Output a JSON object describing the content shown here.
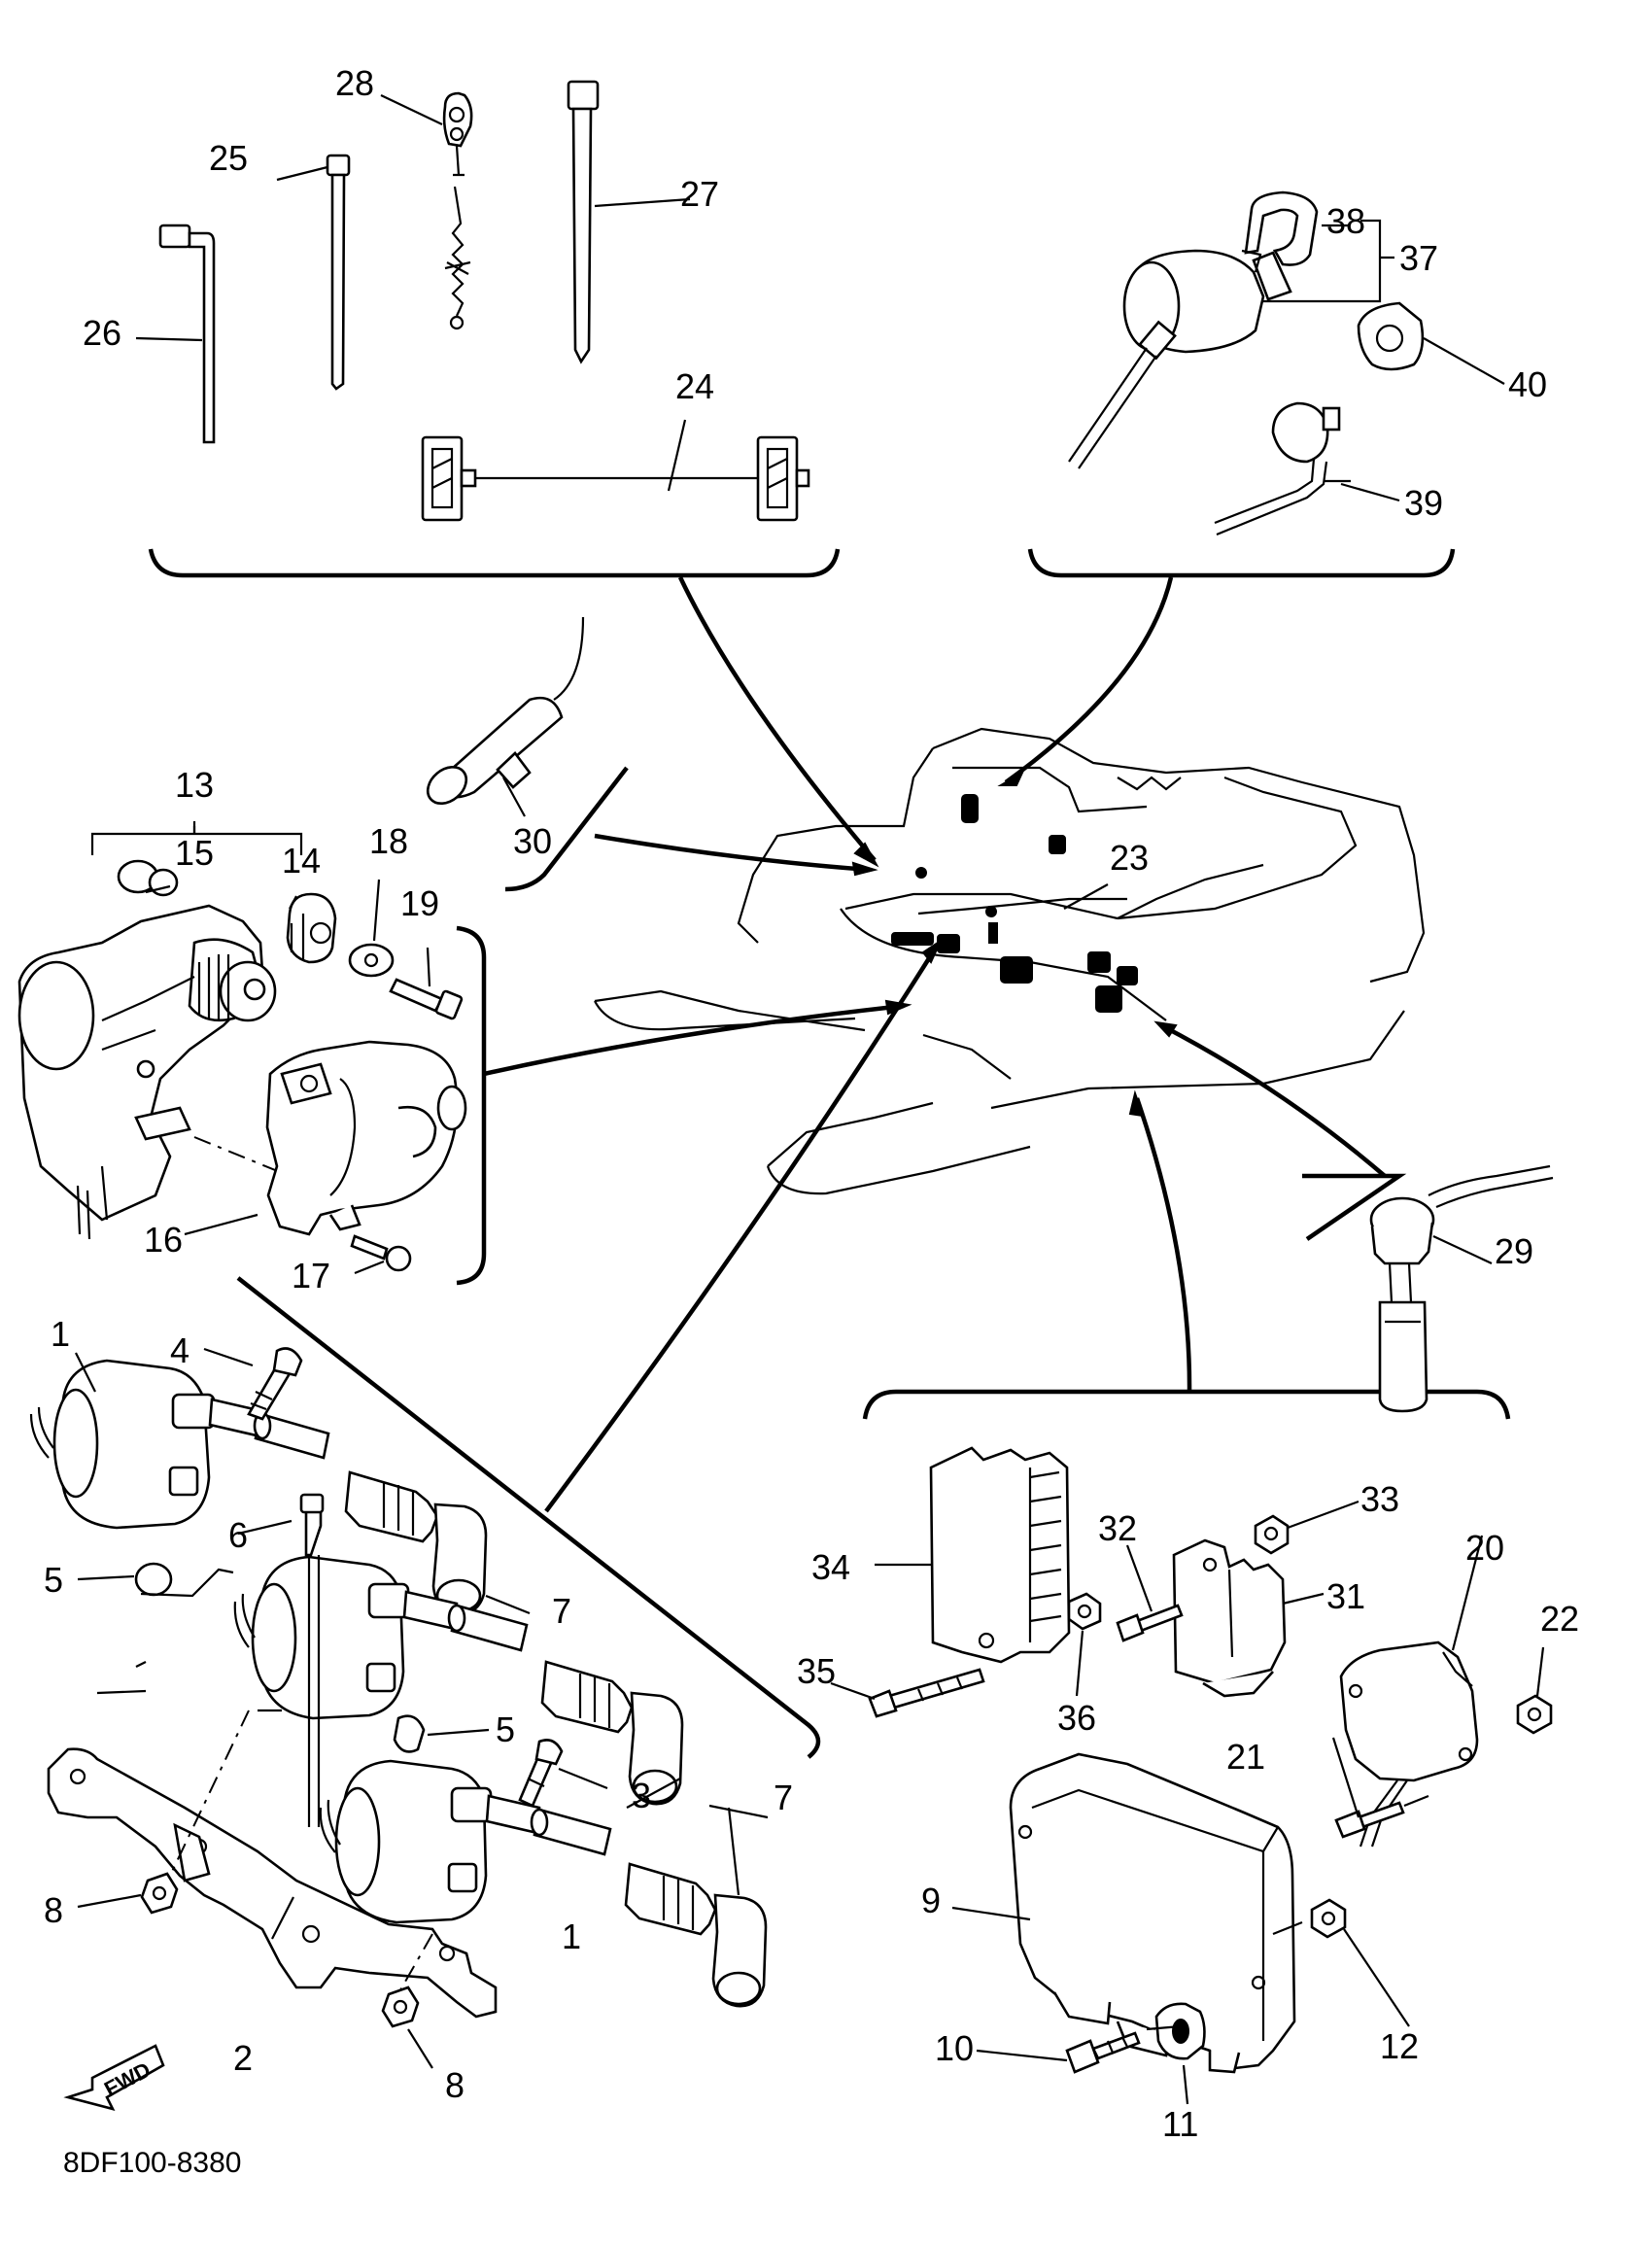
{
  "diagram": {
    "drawing_code": "8DF100-8380",
    "fwd_label": "FWD",
    "callouts": [
      "1",
      "2",
      "3",
      "4",
      "5",
      "6",
      "7",
      "8",
      "9",
      "10",
      "11",
      "12",
      "13",
      "14",
      "15",
      "16",
      "17",
      "18",
      "19",
      "20",
      "21",
      "22",
      "23",
      "24",
      "25",
      "26",
      "27",
      "28",
      "29",
      "30",
      "31",
      "32",
      "33",
      "34",
      "35",
      "36",
      "37",
      "38",
      "39",
      "40"
    ]
  }
}
